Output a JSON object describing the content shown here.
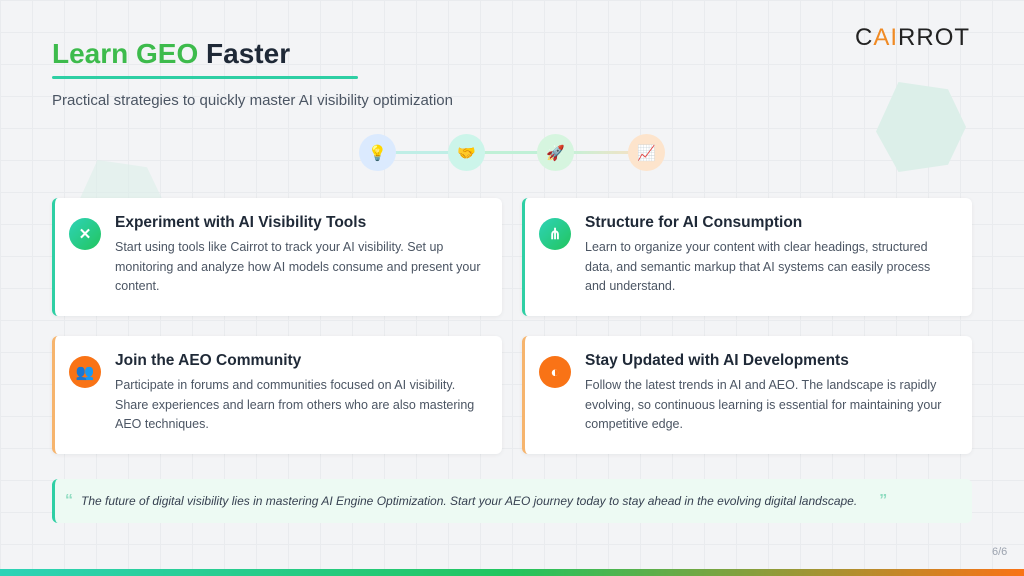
{
  "header": {
    "title_accent": "Learn GEO",
    "title_rest": "Faster",
    "subtitle": "Practical strategies to quickly master AI visibility optimization",
    "logo": "CAIRROT"
  },
  "steps": [
    {
      "icon": "lightbulb-icon",
      "color": "#3b82f6"
    },
    {
      "icon": "handshake-icon",
      "color": "#14b8a6"
    },
    {
      "icon": "rocket-icon",
      "color": "#22c55e"
    },
    {
      "icon": "chart-line-icon",
      "color": "#f97316"
    }
  ],
  "cards": [
    {
      "title": "Experiment with AI Visibility Tools",
      "body": "Start using tools like Cairrot to track your AI visibility. Set up monitoring and analyze how AI models consume and present your content.",
      "icon": "tools-icon"
    },
    {
      "title": "Structure for AI Consumption",
      "body": "Learn to organize your content with clear headings, structured data, and semantic markup that AI systems can easily process and understand.",
      "icon": "sitemap-icon"
    },
    {
      "title": "Join the AEO Community",
      "body": "Participate in forums and communities focused on AI visibility. Share experiences and learn from others who are also mastering AEO techniques.",
      "icon": "users-icon"
    },
    {
      "title": "Stay Updated with AI Developments",
      "body": "Follow the latest trends in AI and AEO. The landscape is rapidly evolving, so continuous learning is essential for maintaining your competitive edge.",
      "icon": "brain-icon"
    }
  ],
  "quote": {
    "open": "“",
    "text": "The future of digital visibility lies in mastering AI Engine Optimization. Start your AEO journey today to stay ahead in the evolving digital landscape.",
    "close": "”"
  },
  "page": "6/6"
}
